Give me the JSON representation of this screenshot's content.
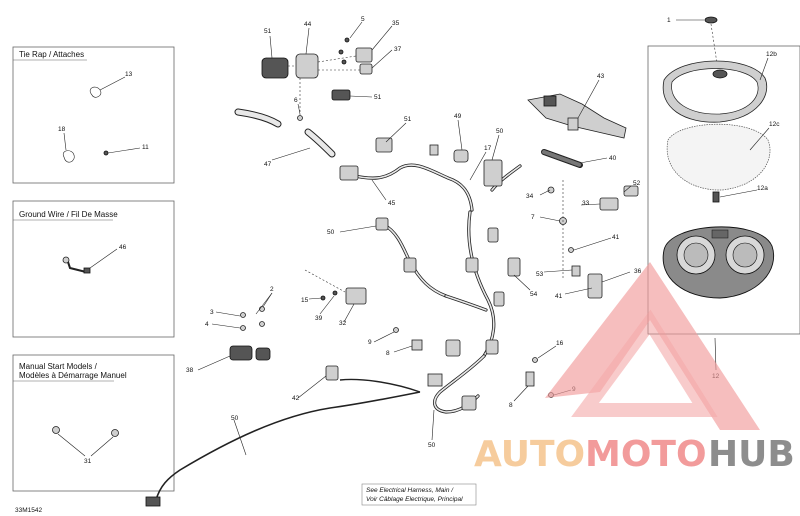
{
  "boxes": {
    "tie_rap": "Tie Rap / Attaches",
    "ground_wire": "Ground Wire / Fil De Masse",
    "manual_start_line1": "Manual Start Models /",
    "manual_start_line2": "Modèles à Démarrage Manuel"
  },
  "note": {
    "line1": "See Electrical Harness, Main /",
    "line2": "Voir Câblage Electrique, Principal"
  },
  "diagram_code": "33M1542",
  "watermark": {
    "auto": "AUTO",
    "moto": "MOTO",
    "hub": "HUB"
  },
  "callouts": {
    "c1": "1",
    "c12b": "12b",
    "c12c": "12c",
    "c12a": "12a",
    "c12": "12",
    "c13": "13",
    "c18": "18",
    "c11": "11",
    "c46": "46",
    "c31": "31",
    "c51a": "51",
    "c44": "44",
    "c5": "5",
    "c35": "35",
    "c37": "37",
    "c51b": "51",
    "c6": "6",
    "c47": "47",
    "c51c": "51",
    "c49": "49",
    "c50a": "50",
    "c17": "17",
    "c43": "43",
    "c40": "40",
    "c45": "45",
    "c34": "34",
    "c7": "7",
    "c33": "33",
    "c52": "52",
    "c41a": "41",
    "c50b": "50",
    "c15": "15",
    "c39": "39",
    "c32": "32",
    "c53": "53",
    "c54": "54",
    "c41b": "41",
    "c36": "36",
    "c3": "3",
    "c2": "2",
    "c4": "4",
    "c9a": "9",
    "c8a": "8",
    "c38": "38",
    "c16": "16",
    "c42": "42",
    "c9b": "9",
    "c8b": "8",
    "c50c": "50",
    "c50d": "50"
  }
}
